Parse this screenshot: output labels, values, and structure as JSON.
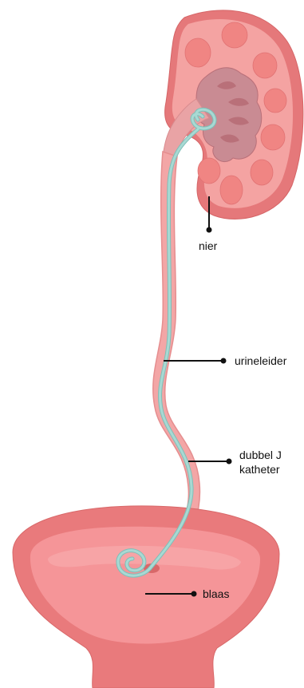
{
  "labels": {
    "kidney": "nier",
    "ureter": "urineleider",
    "stent_line1": "dubbel J",
    "stent_line2": "katheter",
    "bladder": "blaas"
  },
  "colors": {
    "kidney_outer": "#e5787a",
    "kidney_cortex": "#f4a3a2",
    "kidney_pyramid": "#f08583",
    "kidney_pelvis": "#c98b93",
    "kidney_pelvis_dark": "#b97079",
    "ureter": "#f3a6a6",
    "ureter_edge": "#e58e8f",
    "stent": "#a8d9d3",
    "stent_edge": "#7fbfb8",
    "bladder_outer": "#e97a7c",
    "bladder_inner": "#f59598",
    "bladder_highlight": "#f7b1b2",
    "leader": "#111111"
  }
}
